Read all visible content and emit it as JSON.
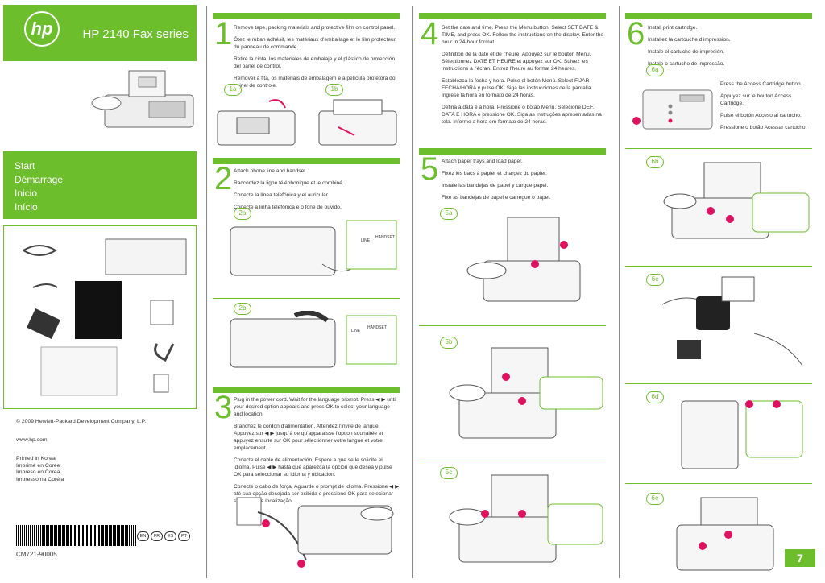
{
  "cover": {
    "logo": "hp",
    "title": "HP 2140 Fax series",
    "start": [
      "Start",
      "Démarrage",
      "Inicio",
      "Início"
    ],
    "copyright": "© 2009 Hewlett-Packard Development Company, L.P.",
    "url": "www.hp.com",
    "printed": [
      "Printed in Korea",
      "Imprimé en Corée",
      "Impreso en Corea",
      "Impresso na Coréia"
    ],
    "langs": [
      "EN",
      "FR",
      "ES",
      "PT"
    ],
    "part_number": "CM721-90005"
  },
  "steps": [
    {
      "number": "1",
      "lines": [
        "Remove tape, packing materials and protective film on control panel.",
        "Ôtez le ruban adhésif, les matériaux d’emballage et le film protecteur du panneau de commande.",
        "Retire la cinta, los materiales de embalaje y el plástico de protección del panel de control.",
        "Remover a fita, os materiais de embalagem e a película protetora do painel de controle."
      ],
      "subs": [
        "1a",
        "1b"
      ]
    },
    {
      "number": "2",
      "lines": [
        "Attach phone line and handset.",
        "Raccordez la ligne téléphonique et le combiné.",
        "Conecte la línea telefónica y el auricular.",
        "Conecte a linha telefônica e o fone de ouvido."
      ],
      "subs": [
        "2a",
        "2b"
      ],
      "port_labels": [
        "LINE",
        "HANDSET"
      ]
    },
    {
      "number": "3",
      "lines": [
        "Plug in the power cord. Wait for the language prompt. Press ◀ ▶ until your desired option appears and press OK to select your language and location.",
        "Branchez le cordon d’alimentation. Attendez l’invite de langue. Appuyez sur ◀ ▶ jusqu’à ce qu’apparaisse l’option souhaitée et appuyez ensuite sur OK pour sélectionner votre langue et votre emplacement.",
        "Conecte el cable de alimentación. Espere a que se le solicite el idioma. Pulse ◀ ▶ hasta que aparezca la opción que desea y pulse OK para seleccionar su idioma y ubicación.",
        "Conecte o cabo de força. Aguarde o prompt de idioma. Pressione ◀ ▶ até sua opção desejada ser exibida e pressione OK para selecionar seu idioma e localização."
      ]
    },
    {
      "number": "4",
      "lines": [
        "Set the date and time. Press the Menu button. Select SET DATE & TIME, and press OK. Follow the instructions on the display. Enter the hour in 24-hour format.",
        "Définition de la date et de l’heure. Appuyez sur le bouton Menu. Sélectionnez DATE ET HEURE et appuyez sur OK. Suivez les instructions à l’écran. Entrez l’heure au format 24 heures.",
        "Establezca la fecha y hora. Pulse el botón Menú. Select FIJAR FECHA/HORA y pulse OK. Siga las instrucciones de la pantalla. Ingrese la hora en formato de 24 horas.",
        "Defina a data e a hora. Pressione o botão Menu. Selecione DEF. DATA E HORA e pressione OK. Siga as instruções apresentadas na tela. Informe a hora em formato de 24 horas."
      ]
    },
    {
      "number": "5",
      "lines": [
        "Attach paper trays and load paper.",
        "Fixez les bacs à papier et chargez du papier.",
        "Instale las bandejas de papel y cargue papel.",
        "Fixe as bandejas de papel e carregue o papel."
      ],
      "subs": [
        "5a",
        "5b",
        "5c"
      ]
    },
    {
      "number": "6",
      "lines": [
        "Install print cartridge.",
        "Installez la cartouche d’impression.",
        "Instale el cartucho de impresión.",
        "Instale o cartucho de impressão."
      ],
      "subs": [
        "6a",
        "6b",
        "6c",
        "6d",
        "6e"
      ],
      "access_lines": [
        "Press the Access Cartridge button.",
        "Appuyez sur le bouton Access Cartridge.",
        "Pulse el botón Acceso al cartucho.",
        "Pressione o botão Acessar cartucho."
      ]
    }
  ],
  "page_number": "7",
  "colors": {
    "accent": "#6cbe2c",
    "callout": "#e0115f"
  }
}
